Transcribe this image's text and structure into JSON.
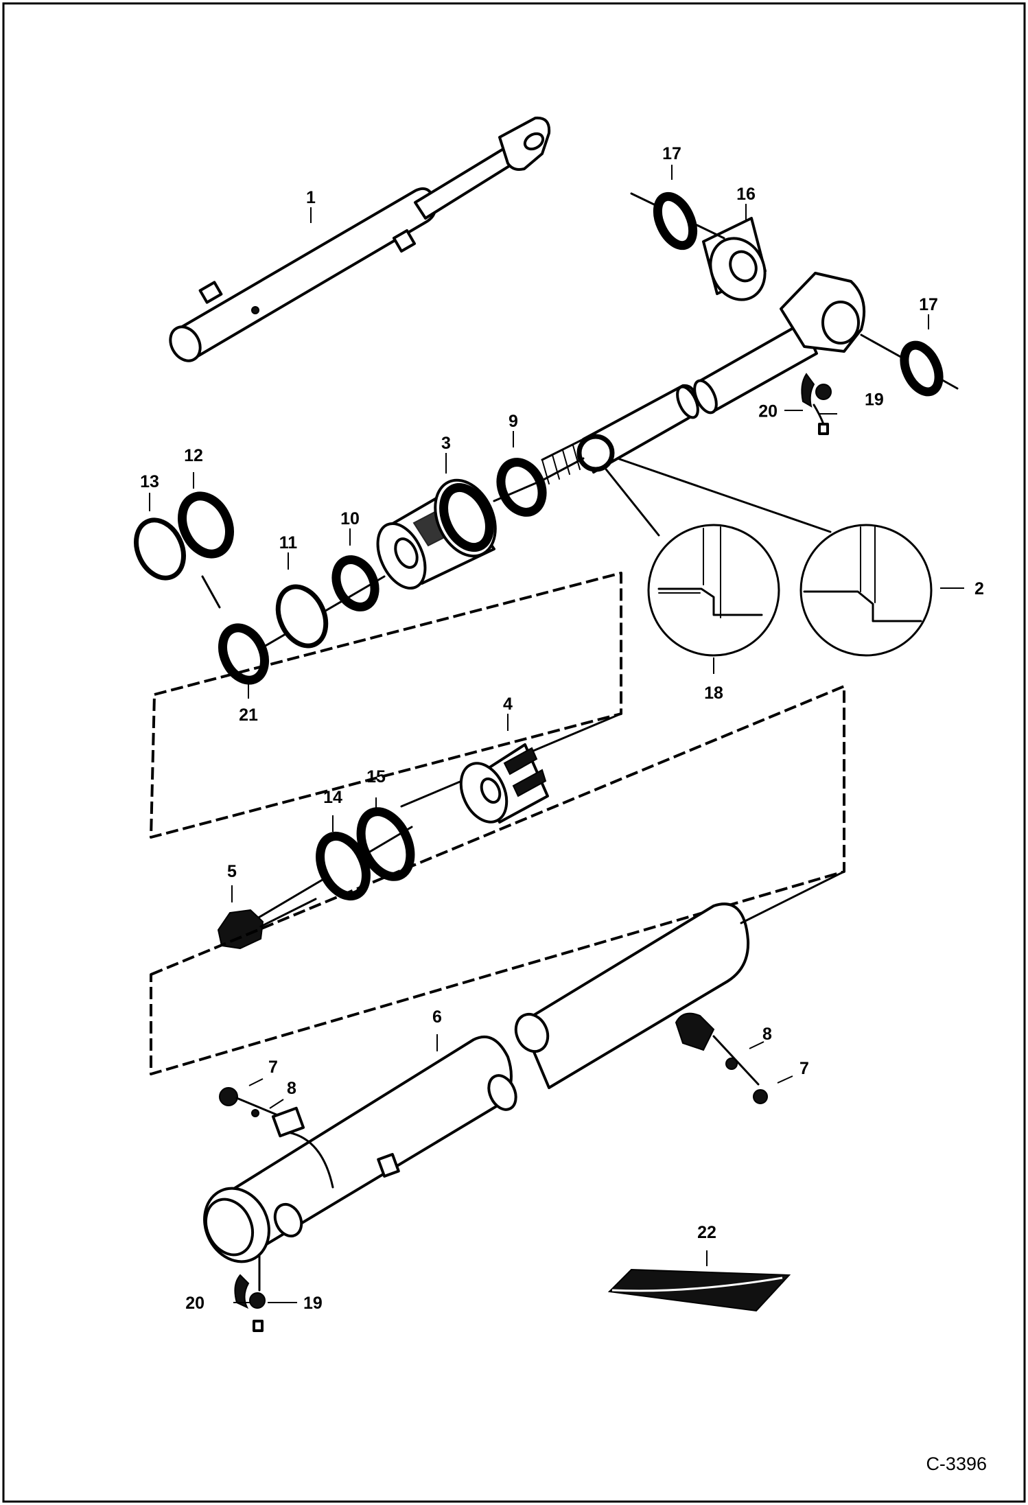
{
  "figure_code": "C-3396",
  "callouts": {
    "c1": "1",
    "c2": "2",
    "c3": "3",
    "c4": "4",
    "c5": "5",
    "c6": "6",
    "c7a": "7",
    "c7b": "7",
    "c8a": "8",
    "c8b": "8",
    "c9": "9",
    "c10": "10",
    "c11": "11",
    "c12": "12",
    "c13": "13",
    "c14": "14",
    "c15": "15",
    "c16": "16",
    "c17a": "17",
    "c17b": "17",
    "c18": "18",
    "c19a": "19",
    "c19b": "19",
    "c20a": "20",
    "c20b": "20",
    "c21": "21",
    "c22": "22"
  }
}
